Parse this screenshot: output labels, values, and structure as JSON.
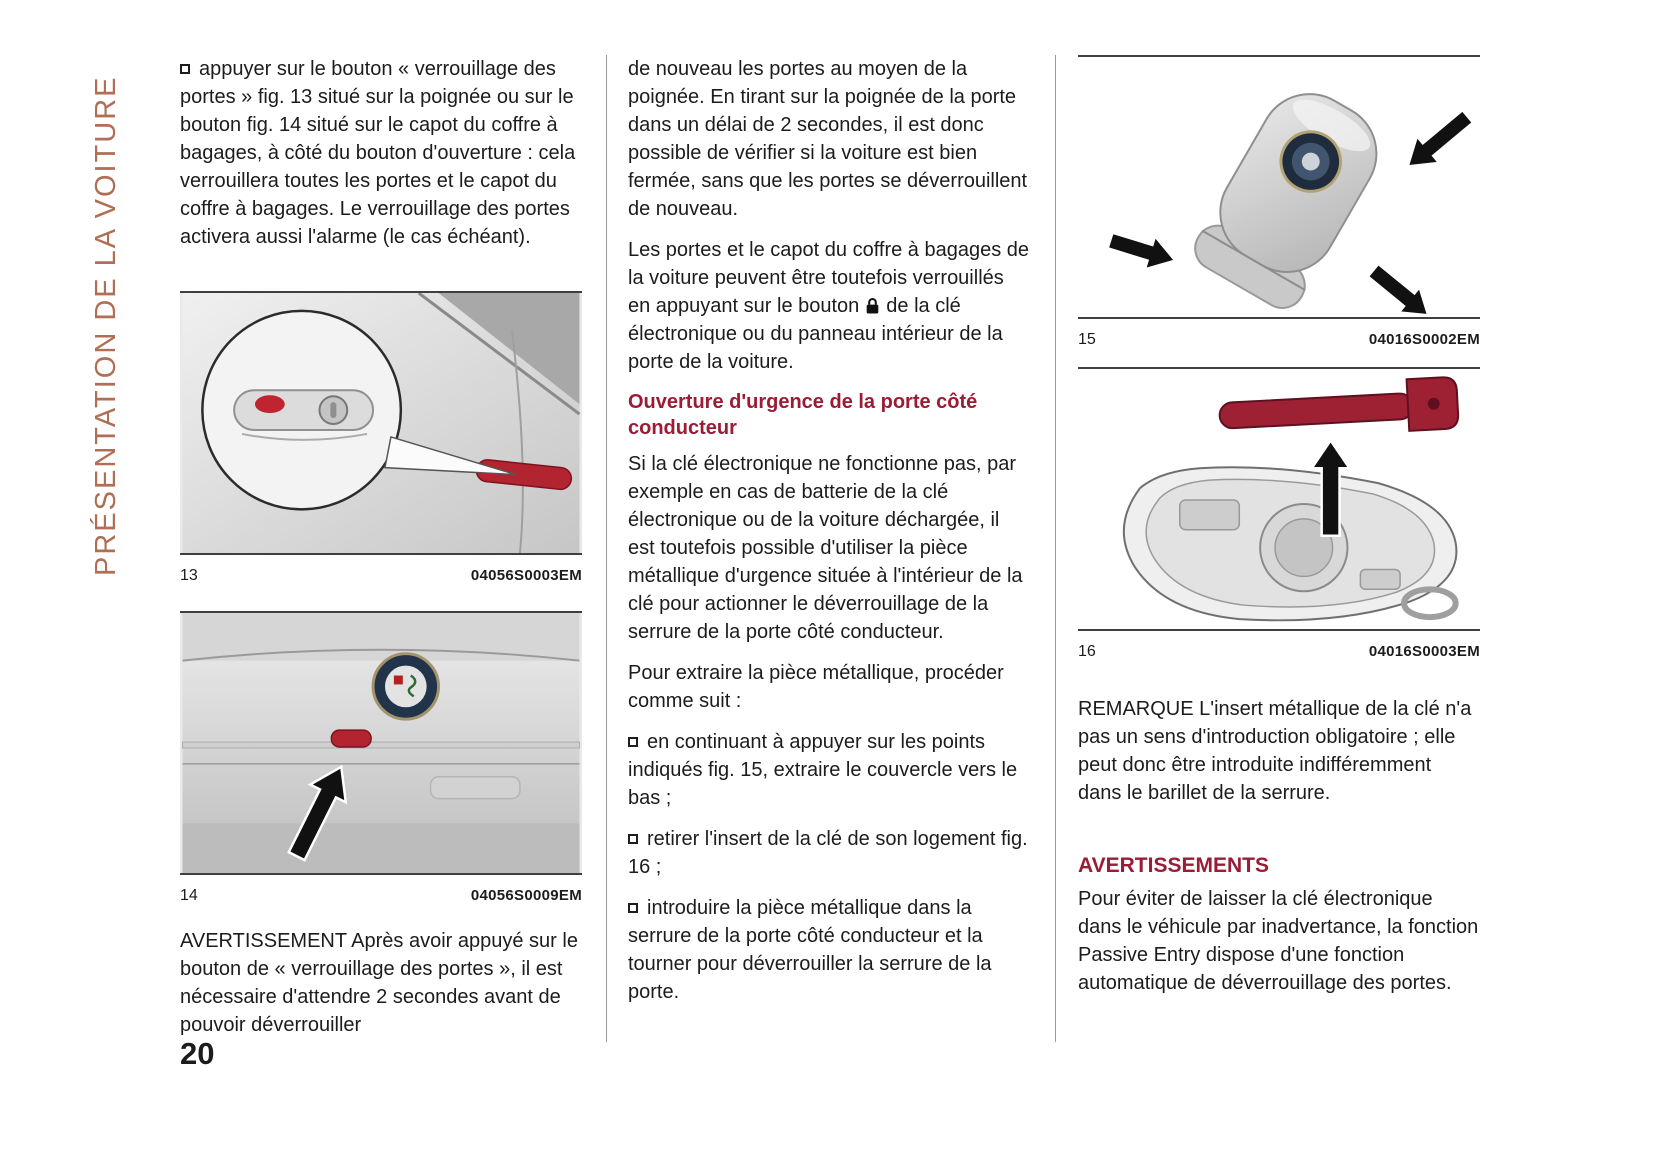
{
  "page": {
    "sidebar_title": "PRÉSENTATION DE LA VOITURE",
    "number": "20"
  },
  "colors": {
    "accent_red": "#9c1b35",
    "sidebar_brown": "#b06f55",
    "marker_red": "#b2242f",
    "text": "#1c1c1c"
  },
  "icons": {
    "inline_lock": "lock-icon",
    "list_bullet": "square-bullet-icon"
  },
  "col1": {
    "bullet1": "appuyer sur le bouton « verrouillage des portes » fig. 13 situé sur la poignée ou sur le bouton fig. 14 situé sur le capot du coffre à bagages, à côté du bouton d'ouverture : cela verrouillera toutes les portes et le capot du coffre à bagages. Le verrouillage des portes activera aussi l'alarme (le cas échéant).",
    "fig13": {
      "number": "13",
      "code": "04056S0003EM"
    },
    "fig14": {
      "number": "14",
      "code": "04056S0009EM"
    },
    "warning": "AVERTISSEMENT Après avoir appuyé sur le bouton de « verrouillage des portes », il est nécessaire d'attendre 2 secondes avant de pouvoir déverrouiller"
  },
  "col2": {
    "para1": "de nouveau les portes au moyen de la poignée. En tirant sur la poignée de la porte dans un délai de 2 secondes, il est donc possible de vérifier si la voiture est bien fermée, sans que les portes se déverrouillent de nouveau.",
    "para2_before": "Les portes et le capot du coffre à bagages de la voiture peuvent être toutefois verrouillés en appuyant sur le bouton",
    "para2_after": "de la clé électronique ou du panneau intérieur de la porte de la voiture.",
    "heading1": "Ouverture d'urgence de la porte côté conducteur",
    "para3": "Si la clé électronique ne fonctionne pas, par exemple en cas de batterie de la clé électronique ou de la voiture déchargée, il est toutefois possible d'utiliser la pièce métallique d'urgence située à l'intérieur de la clé pour actionner le déverrouillage de la serrure de la porte côté conducteur.",
    "para4": "Pour extraire la pièce métallique, procéder comme suit :",
    "bullet1": "en continuant à appuyer sur les points indiqués fig. 15, extraire le couvercle vers le bas ;",
    "bullet2": "retirer l'insert de la clé de son logement fig. 16 ;",
    "bullet3": "introduire la pièce métallique dans la serrure de la porte côté conducteur et la tourner pour déverrouiller la serrure de la porte."
  },
  "col3": {
    "fig15": {
      "number": "15",
      "code": "04016S0002EM"
    },
    "fig16": {
      "number": "16",
      "code": "04016S0003EM"
    },
    "remark": "REMARQUE L'insert métallique de la clé n'a pas un sens d'introduction obligatoire ; elle peut donc être introduite indifféremment dans le barillet de la serrure.",
    "heading_warnings": "AVERTISSEMENTS",
    "warning_text": "Pour éviter de laisser la clé électronique dans le véhicule par inadvertance, la fonction Passive Entry dispose d'une fonction automatique de déverrouillage des portes."
  }
}
